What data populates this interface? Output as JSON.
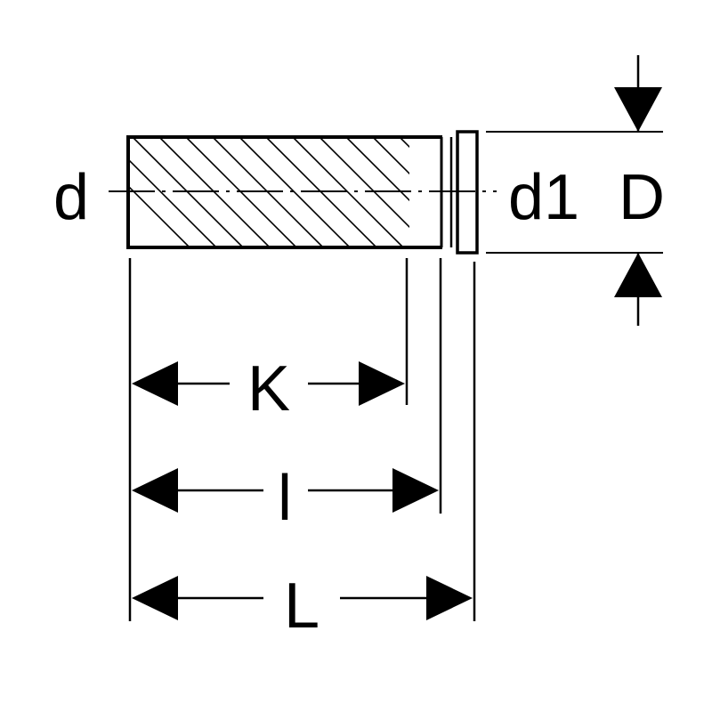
{
  "diagram": {
    "labels": {
      "d": "d",
      "d1": "d1",
      "D": "D",
      "K": "K",
      "l": "l",
      "L": "L"
    }
  },
  "colors": {
    "ink": "#000000",
    "background": "#ffffff"
  }
}
